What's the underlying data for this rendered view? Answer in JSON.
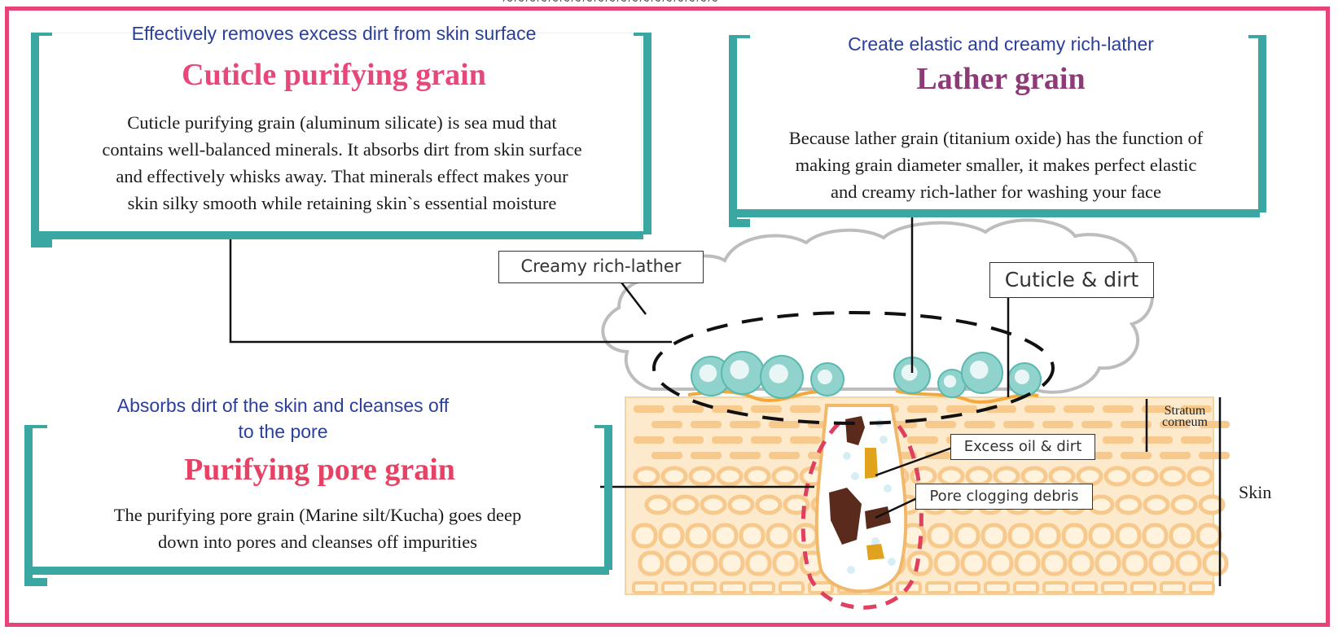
{
  "panel_cuticle": {
    "heading": "Effectively removes excess dirt from skin surface",
    "title": "Cuticle purifying grain",
    "body_lines": [
      "Cuticle purifying grain (aluminum silicate) is sea mud that",
      "contains well-balanced minerals. It absorbs dirt from skin surface",
      "and effectively whisks away. That minerals effect makes your",
      "skin silky smooth while retaining skin`s essential moisture"
    ]
  },
  "panel_lather": {
    "heading": "Create elastic and creamy rich-lather",
    "title": "Lather grain",
    "body_lines": [
      "Because lather grain (titanium oxide) has the function of",
      "making grain diameter smaller, it makes perfect elastic",
      "and creamy rich-lather for washing your face"
    ]
  },
  "panel_pore": {
    "heading_lines": [
      "Absorbs dirt of the skin and cleanses off",
      "to the pore"
    ],
    "title": "Purifying pore grain",
    "body_lines": [
      "The purifying pore grain (Marine silt/Kucha) goes deep",
      "down into pores and cleanses off impurities"
    ]
  },
  "labels": {
    "creamy_lather": "Creamy rich-lather",
    "cuticle_dirt": "Cuticle & dirt",
    "excess_oil": "Excess oil & dirt",
    "pore_debris": "Pore clogging debris",
    "stratum_lines": [
      "Stratum",
      "corneum"
    ],
    "skin": "Skin"
  },
  "colors": {
    "frame": "#e64377",
    "bracket": "#3aa7a3",
    "heading": "#2b3f9a",
    "title_cuticle": "#e8477a",
    "title_lather": "#8e3a78",
    "title_pore": "#e64364",
    "skin_cell": "#f7c98c",
    "skin_fill": "#fde9cb",
    "grain": "#8fd3cc"
  }
}
